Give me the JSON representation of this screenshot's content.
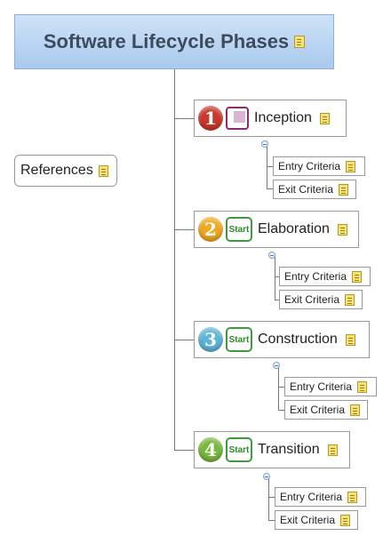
{
  "root": {
    "title": "Software Lifecycle Phases",
    "note_icon": "note-icon"
  },
  "references": {
    "label": "References",
    "note_icon": "note-icon"
  },
  "phases": [
    {
      "number": "1",
      "label": "Inception",
      "status_icon": "task-icon",
      "color": "#c8382c",
      "children": [
        {
          "label": "Entry Criteria"
        },
        {
          "label": "Exit Criteria"
        }
      ]
    },
    {
      "number": "2",
      "label": "Elaboration",
      "status_icon": "start-icon",
      "status_text": "Start",
      "color": "#f0a81e",
      "children": [
        {
          "label": "Entry Criteria"
        },
        {
          "label": "Exit Criteria"
        }
      ]
    },
    {
      "number": "3",
      "label": "Construction",
      "status_icon": "start-icon",
      "status_text": "Start",
      "color": "#5fb5d9",
      "children": [
        {
          "label": "Entry Criteria"
        },
        {
          "label": "Exit Criteria"
        }
      ]
    },
    {
      "number": "4",
      "label": "Transition",
      "status_icon": "start-icon",
      "status_text": "Start",
      "color": "#78b83c",
      "children": [
        {
          "label": "Entry Criteria"
        },
        {
          "label": "Exit Criteria"
        }
      ]
    }
  ]
}
